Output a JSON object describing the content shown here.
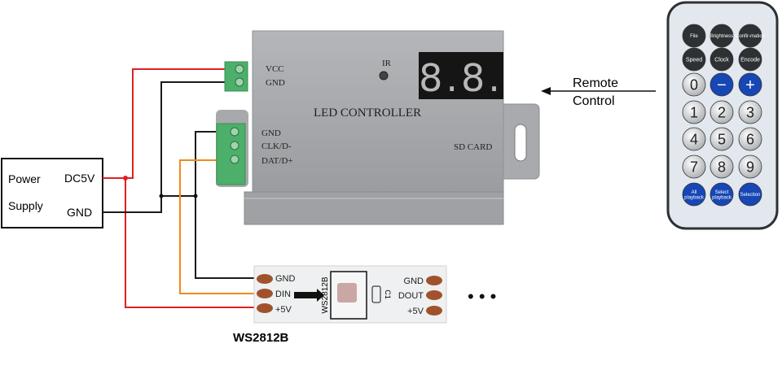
{
  "power_supply": {
    "line1": "Power",
    "line2": "Supply",
    "dc5v": "DC5V",
    "gnd": "GND"
  },
  "controller": {
    "title": "LED CONTROLLER",
    "ir": "IR",
    "vcc": "VCC",
    "gnd_top": "GND",
    "gnd": "GND",
    "clk": "CLK/D-",
    "dat": "DAT/D+",
    "sd_card": "SD CARD",
    "display": "8.8."
  },
  "remote_label": {
    "line1": "Remote",
    "line2": "Control"
  },
  "remote": {
    "row1": [
      "File",
      "Brightness",
      "Confir-mation"
    ],
    "row2": [
      "Speed",
      "Clock",
      "Encode"
    ],
    "row3": [
      "0",
      "−",
      "+"
    ],
    "digits": [
      "1",
      "2",
      "3",
      "4",
      "5",
      "6",
      "7",
      "8",
      "9"
    ],
    "bottom": [
      [
        "All",
        "playback"
      ],
      [
        "Select",
        "playback"
      ],
      [
        "Selection"
      ]
    ]
  },
  "strip": {
    "left": [
      "GND",
      "DIN",
      "+5V"
    ],
    "right": [
      "GND",
      "DOUT",
      "+5V"
    ],
    "chip": "WS2812B",
    "cap": "C1",
    "label": "WS2812B",
    "more": "• • •"
  },
  "colors": {
    "red": "#e02020",
    "black": "#1a1a1a",
    "orange": "#f08a1c",
    "terminal": "#4caf6a",
    "remote_dark": "#2e3133",
    "remote_blue": "#1746b5"
  }
}
